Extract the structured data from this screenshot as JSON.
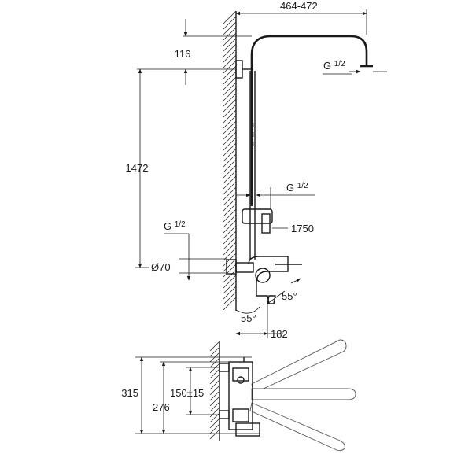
{
  "dimensions": {
    "head_reach": "464-472",
    "head_drop": "116",
    "rail_height": "1472",
    "overall_height": "1750",
    "head_thread_base": "G",
    "head_thread_frac": "1/2",
    "hose_thread_base": "G",
    "hose_thread_frac": "1/2",
    "inlet_thread_base": "G",
    "inlet_thread_frac": "1/2",
    "rosette_diameter": "Ø70",
    "spout_angle": "55°",
    "lever_angle": "55°",
    "projection": "182",
    "plan_depth_outer": "315",
    "plan_depth_inner": "276",
    "inlet_spacing": "150±15"
  }
}
